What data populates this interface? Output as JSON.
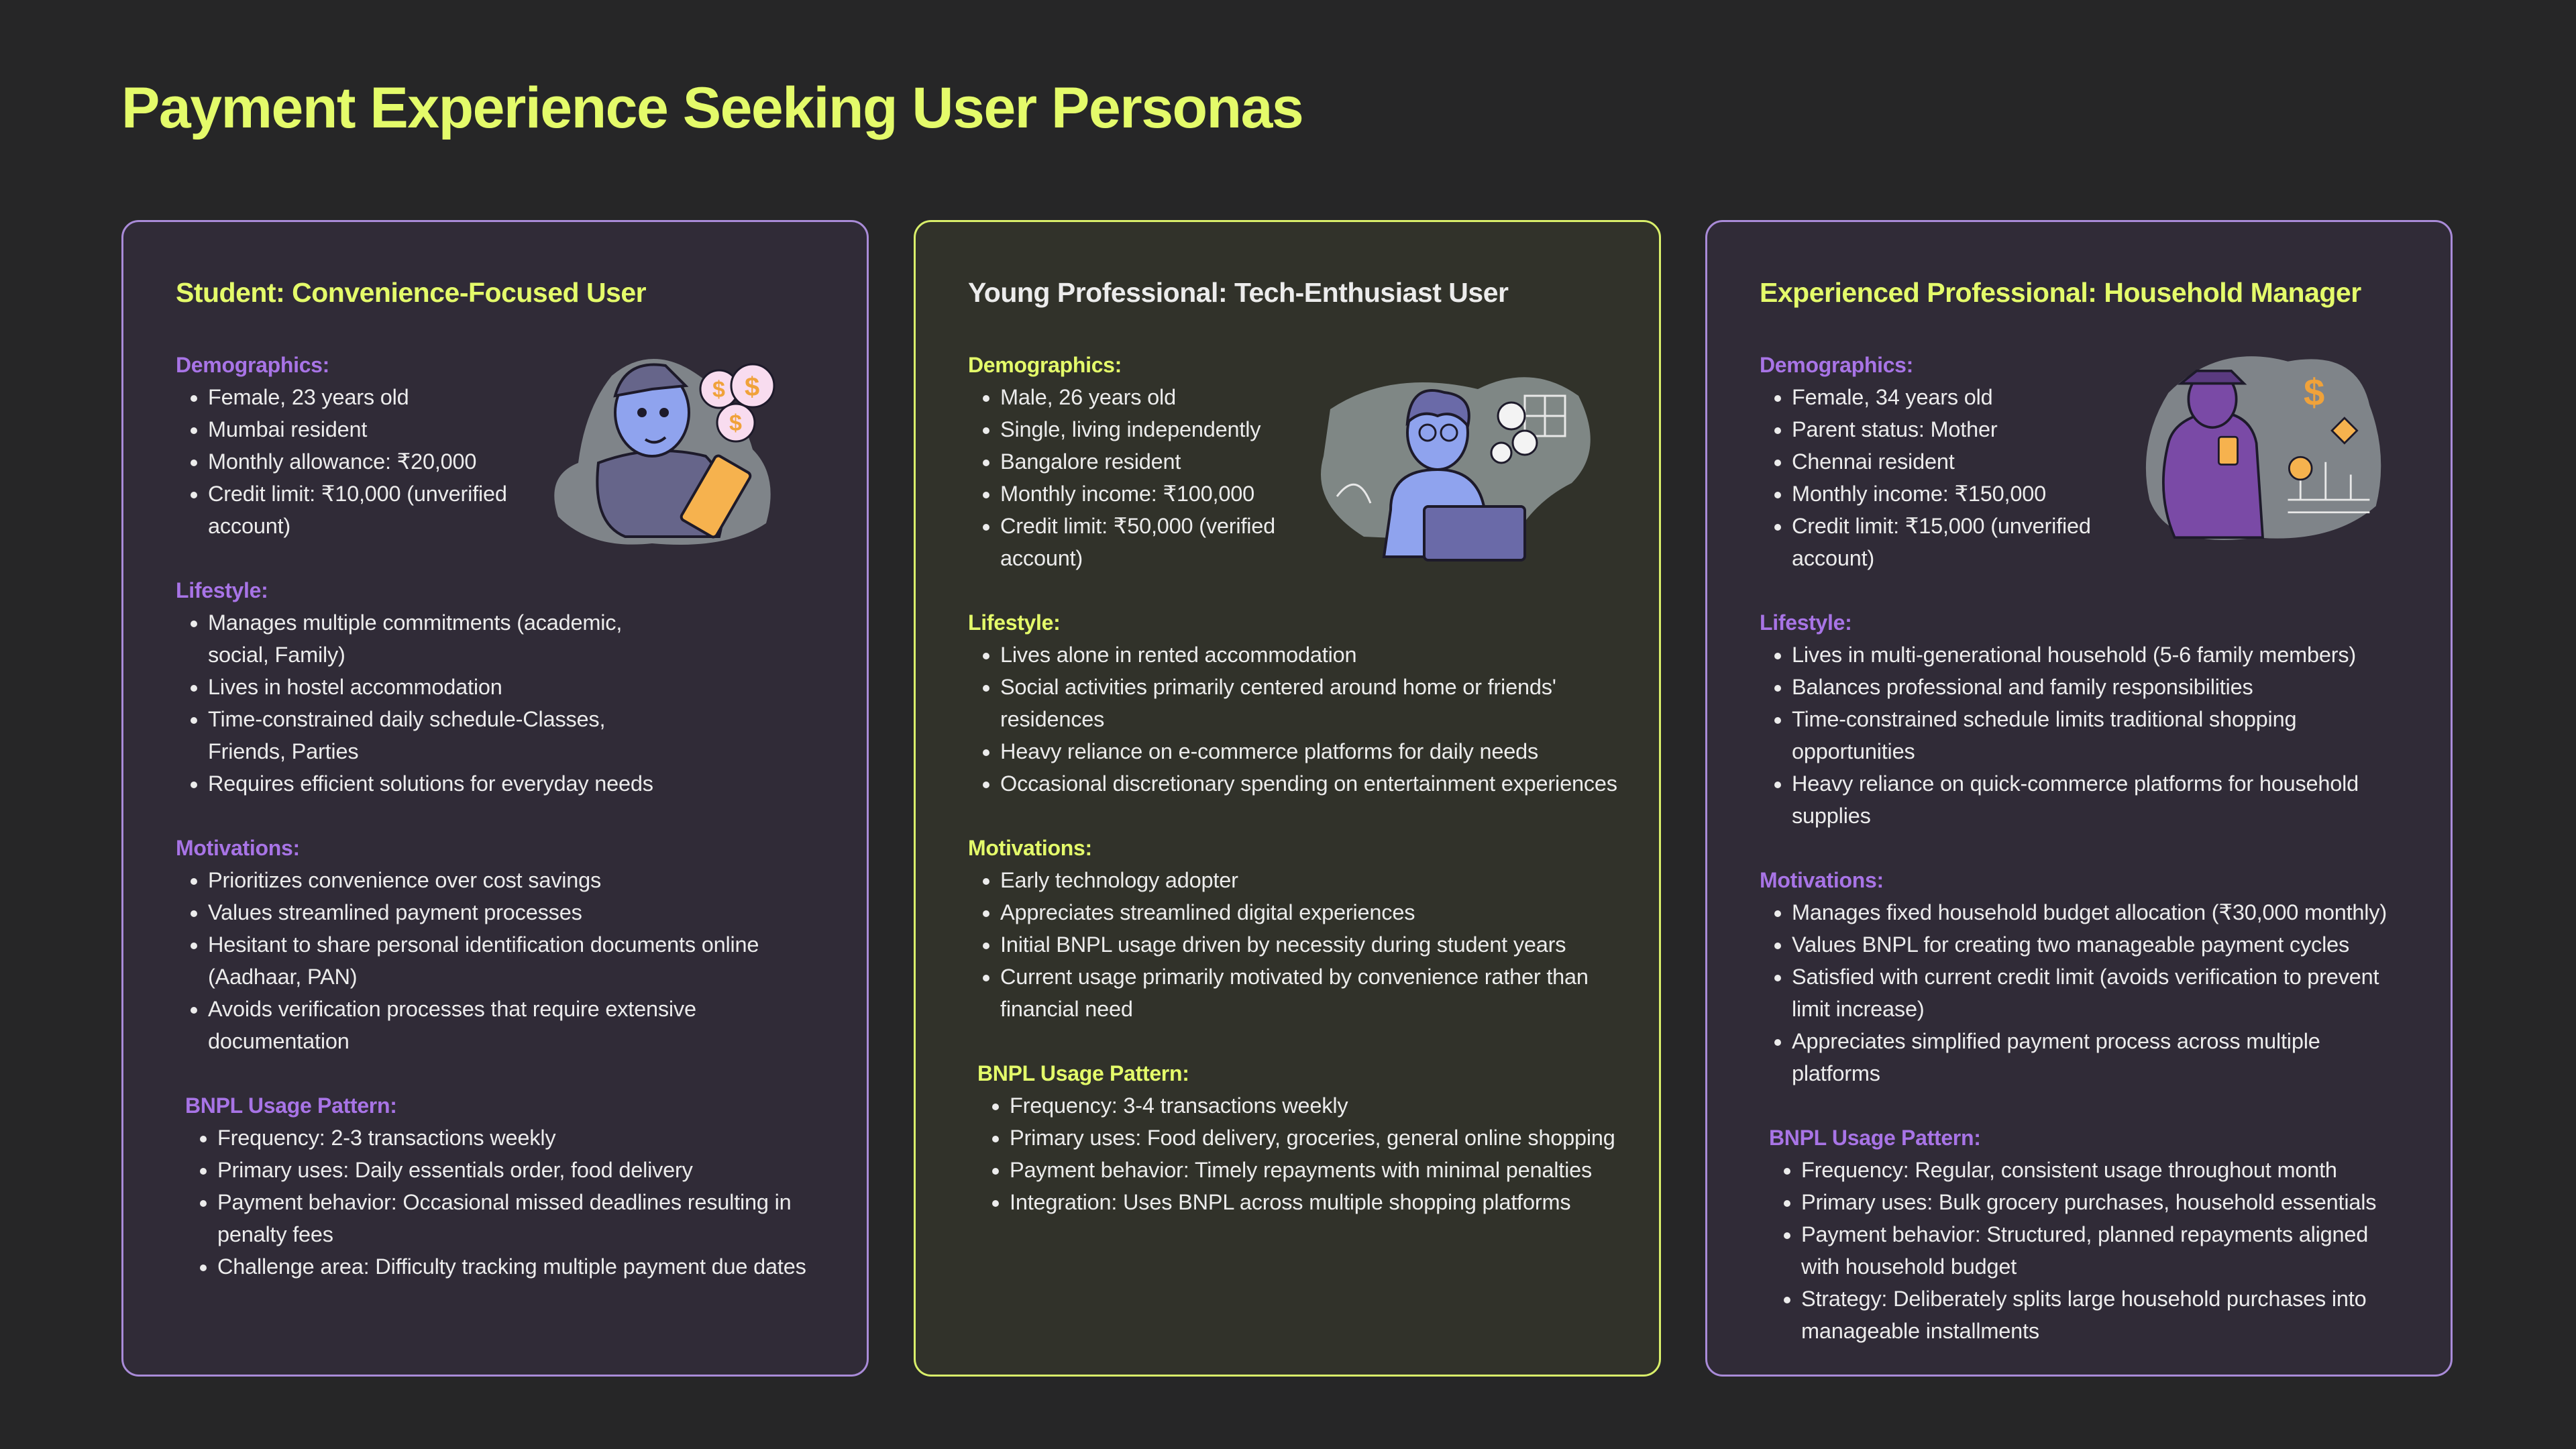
{
  "title": "Payment Experience Seeking User Personas",
  "colors": {
    "accent_yellow": "#e4fb6a",
    "accent_purple": "#a874e6",
    "background": "#262627"
  },
  "personas": [
    {
      "title": "Student: Convenience-Focused User",
      "illustration": "student-with-tablet-and-coins",
      "sections": [
        {
          "key": "demo",
          "label": "Demographics:",
          "items": [
            "Female, 23 years old",
            "Mumbai resident",
            "Monthly allowance: ₹20,000",
            "Credit limit: ₹10,000 (unverified account)"
          ]
        },
        {
          "key": "life",
          "label": "Lifestyle:",
          "items": [
            "Manages multiple commitments (academic, social, Family)",
            "Lives in hostel accommodation",
            "Time-constrained daily schedule-Classes, Friends, Parties",
            "Requires efficient solutions for everyday needs"
          ]
        },
        {
          "key": "moti",
          "label": "Motivations:",
          "items": [
            "Prioritizes convenience over cost savings",
            "Values streamlined payment processes",
            "Hesitant to share personal identification documents online (Aadhaar, PAN)",
            "Avoids verification processes that require extensive documentation"
          ]
        },
        {
          "key": "bnpl",
          "label": "BNPL Usage Pattern:",
          "items": [
            "Frequency: 2-3 transactions weekly",
            "Primary uses: Daily essentials order, food delivery",
            "Payment behavior: Occasional missed deadlines resulting in penalty fees",
            "Challenge area: Difficulty tracking multiple payment due dates"
          ]
        }
      ]
    },
    {
      "title": "Young Professional: Tech-Enthusiast User",
      "illustration": "developer-with-laptop",
      "sections": [
        {
          "key": "demo",
          "label": "Demographics:",
          "items": [
            "Male, 26 years old",
            "Single, living independently",
            "Bangalore resident",
            "Monthly income: ₹100,000",
            "Credit limit: ₹50,000 (verified account)"
          ]
        },
        {
          "key": "life",
          "label": "Lifestyle:",
          "items": [
            "Lives alone in rented accommodation",
            "Social activities primarily centered around home or friends' residences",
            "Heavy reliance on e-commerce platforms for daily needs",
            "Occasional discretionary spending on entertainment experiences"
          ]
        },
        {
          "key": "moti",
          "label": "Motivations:",
          "items": [
            "Early technology adopter",
            "Appreciates streamlined digital experiences",
            "Initial BNPL usage driven by necessity during student years",
            "Current usage primarily motivated by convenience rather than financial need"
          ]
        },
        {
          "key": "bnpl",
          "label": "BNPL Usage Pattern:",
          "items": [
            "Frequency: 3-4 transactions weekly",
            "Primary uses: Food delivery, groceries, general online shopping",
            "Payment behavior: Timely repayments with minimal penalties",
            "Integration: Uses BNPL across multiple shopping platforms"
          ]
        }
      ]
    },
    {
      "title": "Experienced Professional: Household Manager",
      "illustration": "woman-with-phone-shopping",
      "sections": [
        {
          "key": "demo",
          "label": "Demographics:",
          "items": [
            "Female, 34 years old",
            "Parent status: Mother",
            "Chennai resident",
            "Monthly income: ₹150,000",
            "Credit limit: ₹15,000 (unverified account)"
          ]
        },
        {
          "key": "life",
          "label": "Lifestyle:",
          "items": [
            "Lives in multi-generational household (5-6 family members)",
            "Balances professional and family responsibilities",
            "Time-constrained schedule limits traditional shopping opportunities",
            "Heavy reliance on quick-commerce platforms for household supplies"
          ]
        },
        {
          "key": "moti",
          "label": "Motivations:",
          "items": [
            "Manages fixed household budget allocation (₹30,000 monthly)",
            "Values BNPL for creating two manageable payment cycles",
            "Satisfied with current credit limit (avoids verification to prevent limit increase)",
            "Appreciates simplified payment process across multiple platforms"
          ]
        },
        {
          "key": "bnpl",
          "label": "BNPL Usage Pattern:",
          "items": [
            "Frequency: Regular, consistent usage throughout month",
            "Primary uses: Bulk grocery purchases, household essentials",
            "Payment behavior: Structured, planned repayments aligned with household budget",
            "Strategy: Deliberately splits large household purchases into manageable installments"
          ]
        }
      ]
    }
  ]
}
